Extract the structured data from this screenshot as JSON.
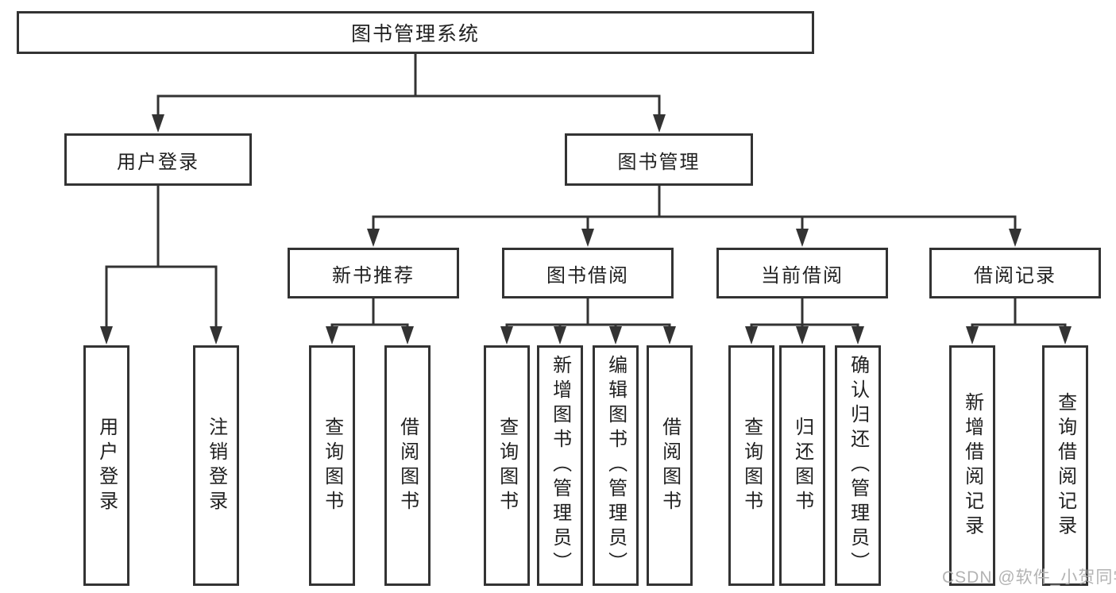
{
  "diagram_title": "图书管理系统",
  "nodes": {
    "root": {
      "label": "图书管理系统"
    },
    "user_login": {
      "label": "用户登录",
      "children": [
        {
          "label": "用户登录"
        },
        {
          "label": "注销登录"
        }
      ]
    },
    "book_management": {
      "label": "图书管理",
      "children": [
        {
          "label": "新书推荐",
          "children": [
            {
              "label": "查询图书"
            },
            {
              "label": "借阅图书"
            }
          ]
        },
        {
          "label": "图书借阅",
          "children": [
            {
              "label": "查询图书"
            },
            {
              "label": "新增图书（管理员）"
            },
            {
              "label": "编辑图书（管理员）"
            },
            {
              "label": "借阅图书"
            }
          ]
        },
        {
          "label": "当前借阅",
          "children": [
            {
              "label": "查询图书"
            },
            {
              "label": "归还图书"
            },
            {
              "label": "确认归还（管理员）"
            }
          ]
        },
        {
          "label": "借阅记录",
          "children": [
            {
              "label": "新增借阅记录"
            },
            {
              "label": "查询借阅记录"
            }
          ]
        }
      ]
    }
  },
  "watermark": {
    "text": "CSDN @软件_小贺同学"
  },
  "colors": {
    "line": "#333333",
    "box_border": "#333333",
    "text": "#212121",
    "box_background": "#ffffff",
    "page_background": "#ffffff",
    "watermark": "#b3b3b3"
  }
}
